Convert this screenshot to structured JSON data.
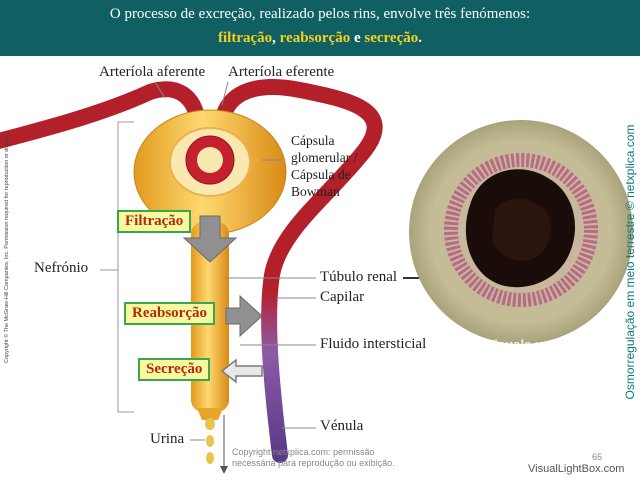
{
  "header": {
    "intro": "O processo de excreção, realizado pelos rins, envolve três fenómenos:",
    "term_filtration": "filtração",
    "sep1": ", ",
    "term_reabsorption": "reabsorção",
    "sep2": " e ",
    "term_secretion": "secreção",
    "end": "."
  },
  "labels": {
    "arteriole_afferent": "Arteríola aferente",
    "arteriole_efferent": "Arteríola eferente",
    "capsule_line1": "Cápsula",
    "capsule_line2": "glomerular /",
    "capsule_line3": "Cápsula de",
    "capsule_line4": "Bowman",
    "nephron": "Nefrónio",
    "renal_tubule": "Túbulo renal",
    "capillary": "Capilar",
    "interstitial_fluid": "Fluido intersticial",
    "venule": "Vénula",
    "urine": "Urina"
  },
  "process_boxes": {
    "filtration": "Filtração",
    "reabsorption": "Reabsorção",
    "secretion": "Secreção"
  },
  "image_texts": {
    "visuals_watermark": "Visuals unlimi",
    "side_site": "Osmorregulação em meio terrestre © netxplica.com",
    "left_copyright": "Copyright © The McGraw-Hill Companies, Inc. Permission required for reproduction or display.",
    "bottom_copyright_line1": "Copyright netxplica.com: permissão",
    "bottom_copyright_line2": "necessária para reprodução ou exibição.",
    "slide_number": "65",
    "watermark": "VisualLightBox.com"
  },
  "colors": {
    "header_bg": "#0f5f63",
    "highlight": "#f4d21f",
    "box_text": "#b22a10",
    "box_bg": "#f8f8a0",
    "box_border": "#3aa84a",
    "artery": "#b3202a",
    "vein": "#5a3a8a",
    "tubule": "#f2b23a"
  }
}
